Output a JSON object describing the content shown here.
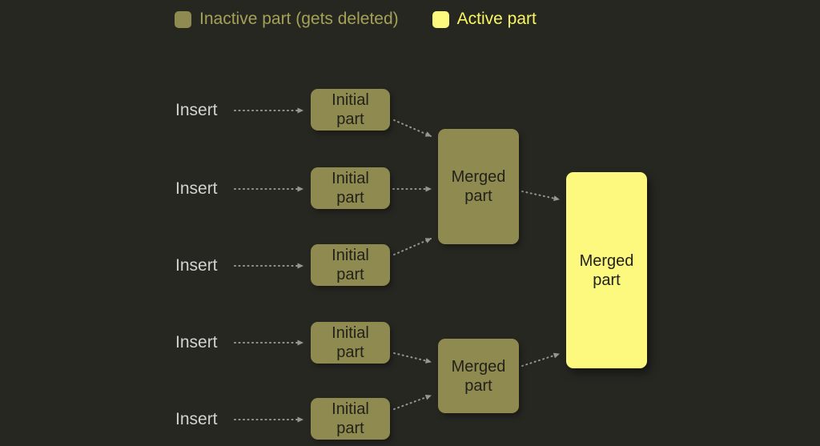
{
  "colors": {
    "background": "#272722",
    "inactive_fill": "#8e8a50",
    "active_fill": "#fcf97e",
    "box_text": "#22221b",
    "insert_text": "#d2d2d0",
    "arrow": "#969692",
    "legend_inactive_text": "#a5a156",
    "legend_active_text": "#f9f664"
  },
  "legend": {
    "inactive_label": "Inactive part (gets deleted)",
    "active_label": "Active part"
  },
  "nodes": {
    "inserts": [
      "Insert",
      "Insert",
      "Insert",
      "Insert",
      "Insert"
    ],
    "initial_parts": [
      "Initial part",
      "Initial part",
      "Initial part",
      "Initial part",
      "Initial part"
    ],
    "merged_inactive": [
      "Merged part",
      "Merged part"
    ],
    "merged_active": "Merged part"
  }
}
